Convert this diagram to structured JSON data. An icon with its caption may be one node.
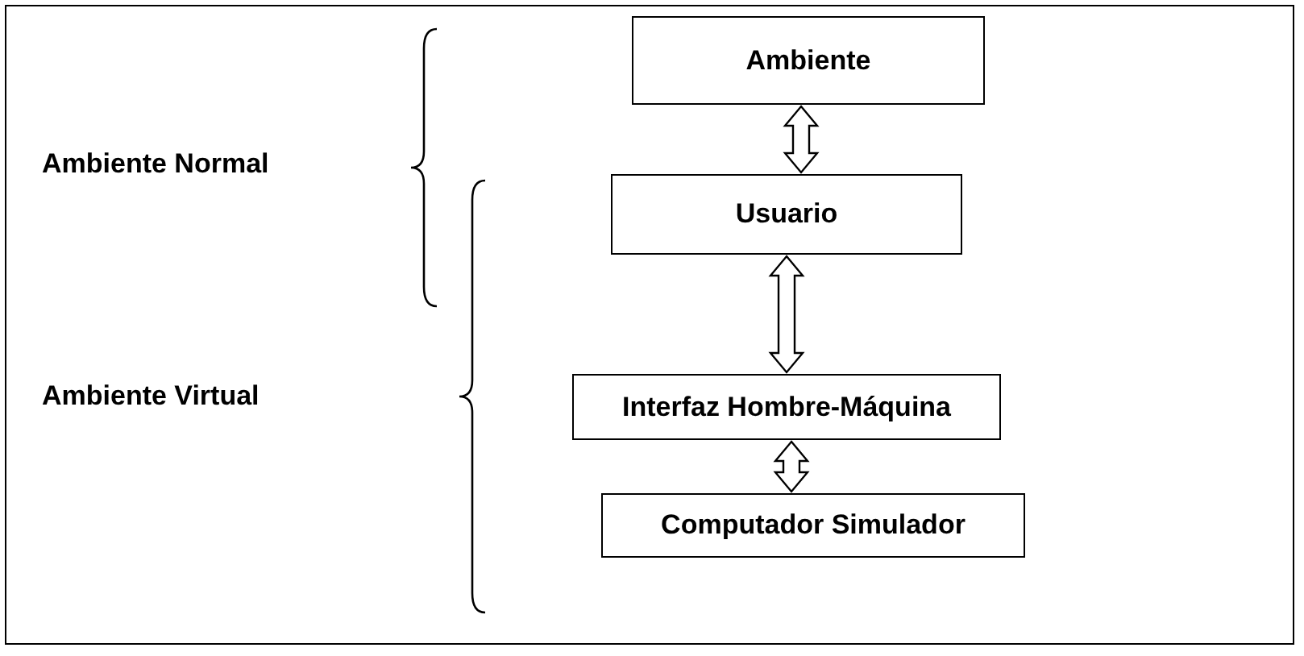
{
  "diagram": {
    "nodes": [
      {
        "text": [
          "Ambiente"
        ]
      },
      {
        "text": [
          "Usuario"
        ]
      },
      {
        "text": [
          "Interfaz Hombre-Máquina"
        ]
      },
      {
        "text": [
          "Computador Simulador"
        ]
      }
    ],
    "edges": [
      {
        "from": 0,
        "to": 1,
        "arrow": "both"
      },
      {
        "from": 1,
        "to": 2,
        "arrow": "both"
      },
      {
        "from": 2,
        "to": 3,
        "arrow": "both"
      }
    ],
    "labels": [
      "Ambiente Normal",
      "Ambiente Virtual"
    ]
  }
}
